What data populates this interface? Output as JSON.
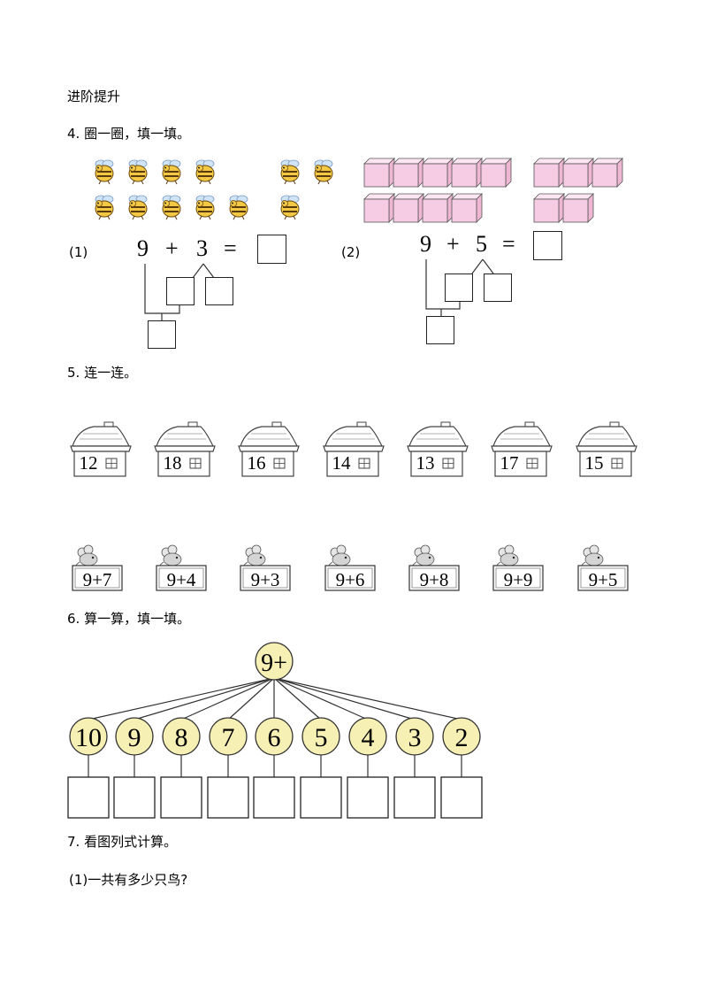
{
  "section_title": "进阶提升",
  "q4": {
    "title": "4. 圈一圈，填一填。",
    "part1": {
      "label": "(1)",
      "left": "9",
      "op": "+",
      "right": "3",
      "eq": "="
    },
    "part2": {
      "label": "(2)",
      "left": "9",
      "op": "+",
      "right": "5",
      "eq": "="
    },
    "bees_top_row": 6,
    "bees_bottom_row": 6,
    "cubes_top_row": 8,
    "cubes_bottom_row": 6
  },
  "q5": {
    "title": "5. 连一连。",
    "houses": [
      "12",
      "18",
      "16",
      "14",
      "13",
      "17",
      "15"
    ],
    "mice": [
      "9+7",
      "9+4",
      "9+3",
      "9+6",
      "9+8",
      "9+9",
      "9+5"
    ]
  },
  "q6": {
    "title": "6. 算一算，填一填。",
    "root": "9+",
    "nodes": [
      "10",
      "9",
      "8",
      "7",
      "6",
      "5",
      "4",
      "3",
      "2"
    ],
    "circle_fill": "#f7f0b4"
  },
  "q7": {
    "title": "7. 看图列式计算。",
    "sub1": "(1)一共有多少只鸟?"
  },
  "colors": {
    "cube_fill": "#f5cce4",
    "cube_top": "#fde6f2",
    "bee_body": "#f3c843"
  }
}
